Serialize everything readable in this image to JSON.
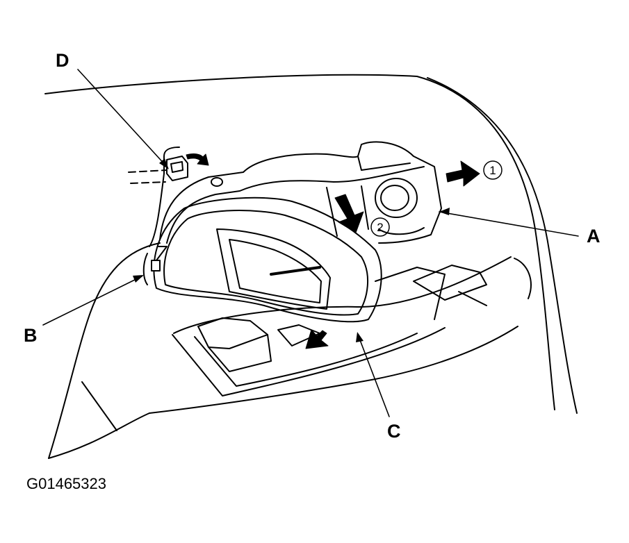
{
  "callouts": {
    "a": "A",
    "b": "B",
    "c": "C",
    "d": "D"
  },
  "steps": {
    "first": "1",
    "second": "2"
  },
  "figure_id": "G01465323",
  "colors": {
    "line": "#000000",
    "background": "#ffffff"
  }
}
